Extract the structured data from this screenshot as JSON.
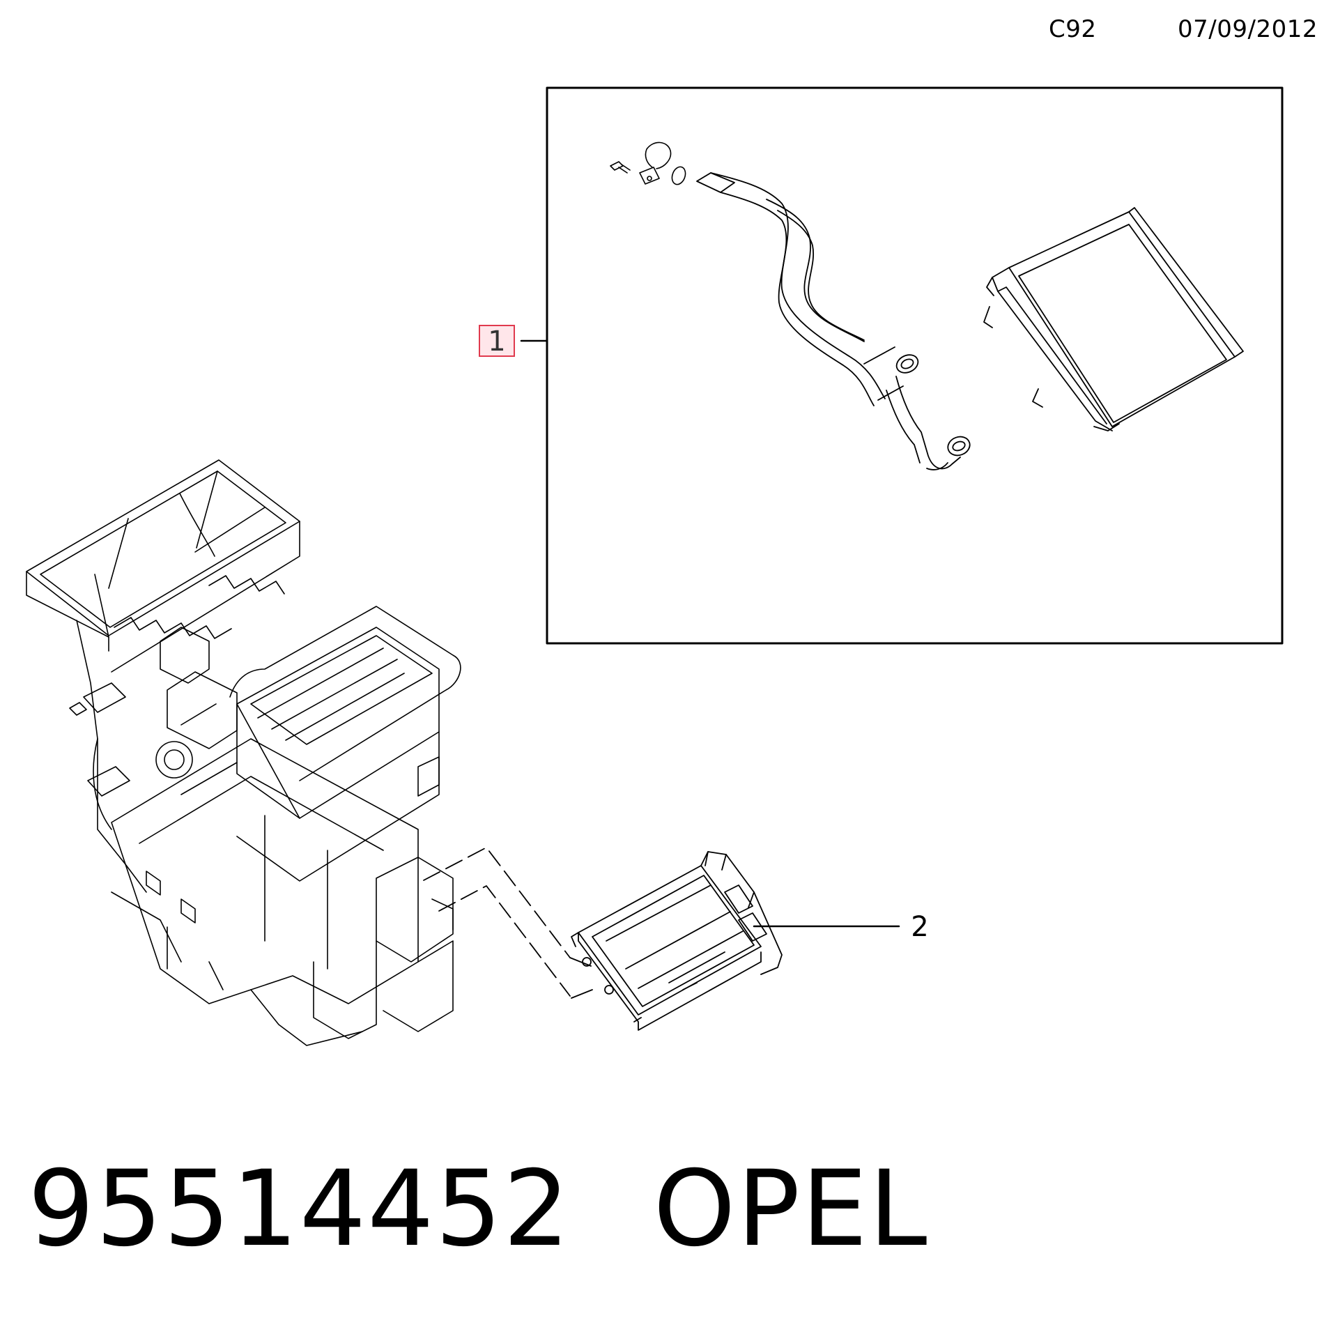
{
  "header": {
    "code": "C92",
    "date": "07/09/2012"
  },
  "callouts": [
    {
      "number": "1",
      "highlighted": true,
      "highlight_color": "#ffe6ea",
      "highlight_border": "#e03a4e"
    },
    {
      "number": "2",
      "highlighted": false
    }
  ],
  "footer": {
    "part_number": "95514452",
    "brand": "OPEL"
  }
}
